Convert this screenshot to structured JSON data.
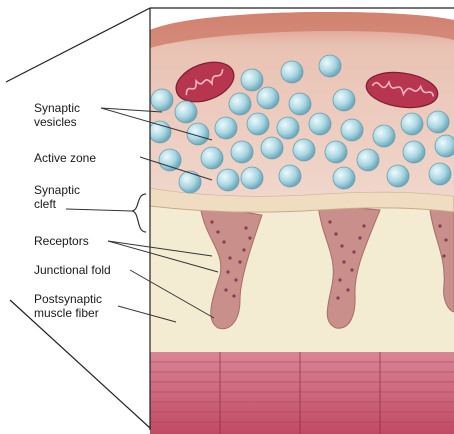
{
  "labels": {
    "synaptic_vesicles": [
      "Synaptic",
      "vesicles"
    ],
    "active_zone": "Active zone",
    "synaptic_cleft": [
      "Synaptic",
      "cleft"
    ],
    "receptors": "Receptors",
    "junctional_fold": "Junctional fold",
    "postsynaptic_muscle_fiber": [
      "Postsynaptic",
      "muscle fiber"
    ]
  },
  "colors": {
    "terminal": "#e8c3b6",
    "terminal_cap": "#d88a7c",
    "vesicle": "#a9d7e3",
    "mitochondrion": "#b8354f",
    "cleft": "#f2e6c8",
    "postsynaptic": "#f4ecd2",
    "muscle": "#c9536a",
    "fold": "#c98f8a",
    "leader": "#333333"
  }
}
